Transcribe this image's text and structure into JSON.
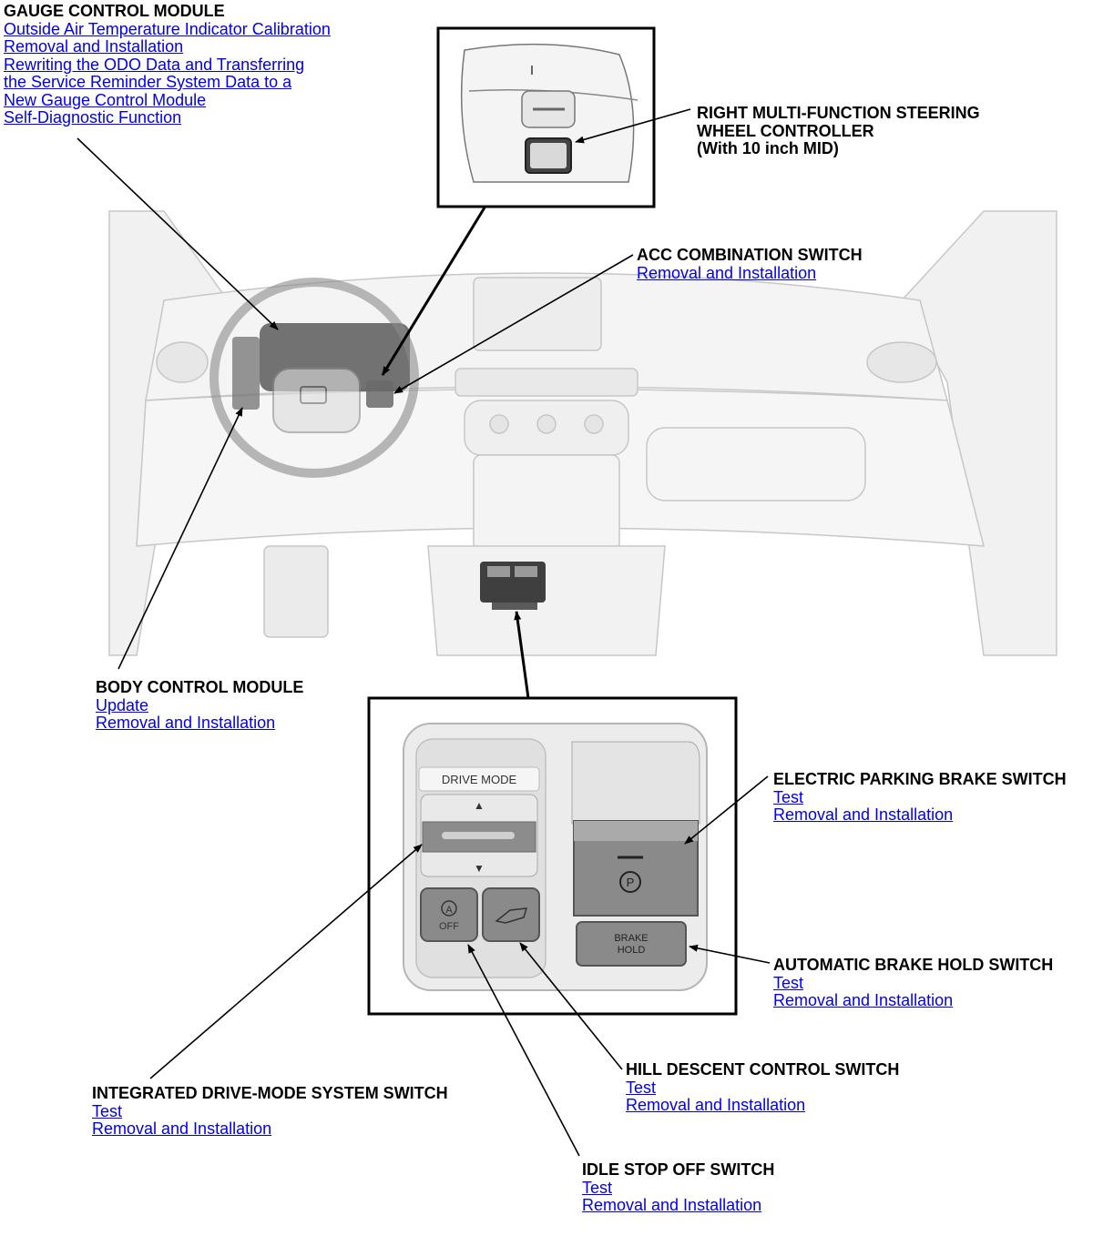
{
  "gauge": {
    "title": "GAUGE CONTROL MODULE",
    "links": [
      "Outside Air Temperature Indicator Calibration",
      "Removal and Installation",
      "Rewriting the ODO Data and Transferring",
      "the Service Reminder System Data to a ",
      "New Gauge Control Module",
      "Self-Diagnostic Function"
    ]
  },
  "steering": {
    "title_lines": [
      "RIGHT MULTI-FUNCTION STEERING",
      "WHEEL CONTROLLER",
      "(With 10 inch MID)"
    ]
  },
  "acc": {
    "title": "ACC COMBINATION SWITCH",
    "link": "Removal and Installation"
  },
  "bcm": {
    "title": "BODY CONTROL MODULE",
    "links": [
      "Update",
      "Removal and Installation"
    ]
  },
  "epb": {
    "title": "ELECTRIC PARKING BRAKE SWITCH",
    "links": [
      "Test",
      "Removal and Installation"
    ]
  },
  "abh": {
    "title": "AUTOMATIC BRAKE HOLD SWITCH",
    "links": [
      "Test",
      "Removal and Installation"
    ]
  },
  "hdc": {
    "title": "HILL DESCENT CONTROL SWITCH",
    "links": [
      "Test",
      "Removal and Installation"
    ]
  },
  "idm": {
    "title": "INTEGRATED DRIVE-MODE SYSTEM SWITCH",
    "links": [
      "Test",
      "Removal and Installation"
    ]
  },
  "iso": {
    "title": "IDLE STOP OFF SWITCH",
    "links": [
      "Test",
      "Removal and Installation"
    ]
  },
  "panel": {
    "drive_mode": "DRIVE MODE",
    "up_arrow": "▲",
    "down_arrow": "▼",
    "idle_a": "A",
    "idle_off": "OFF",
    "brake_hold_1": "BRAKE",
    "brake_hold_2": "HOLD",
    "park_symbol": "P"
  },
  "colors": {
    "link": "#0000ee",
    "line": "#000000",
    "panel_gray": "#d8d8d8",
    "button_dark": "#8a8a8a"
  }
}
